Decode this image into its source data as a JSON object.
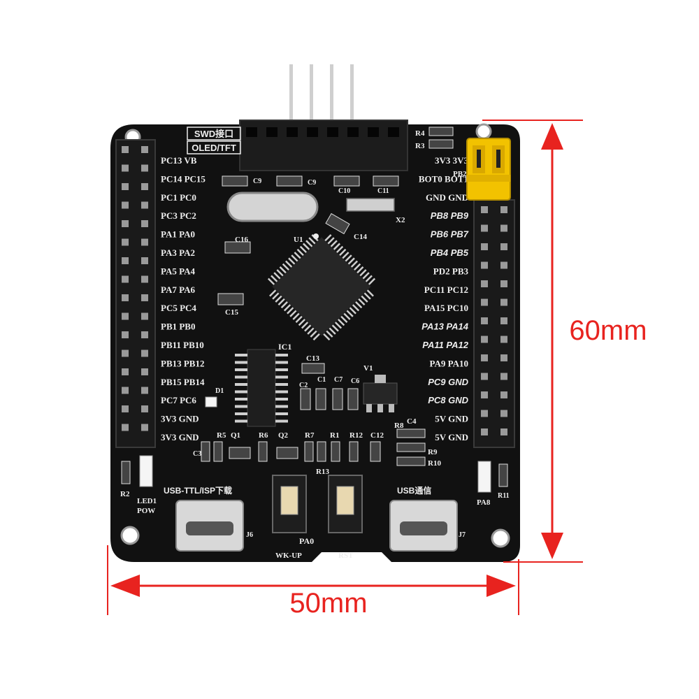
{
  "colors": {
    "pcb": "#111111",
    "silkscreen": "#eeeeee",
    "dimension": "#e8231f",
    "jumper": "#f2c200",
    "pin": "#cfcfcf"
  },
  "dimensions": {
    "height_label": "60mm",
    "width_label": "50mm"
  },
  "board": {
    "header_labels": {
      "swd": "SWD接口",
      "oled": "OLED/TFT"
    },
    "left_pins": [
      [
        "PC13",
        "VB"
      ],
      [
        "PC14",
        "PC15"
      ],
      [
        "PC1",
        "PC0"
      ],
      [
        "PC3",
        "PC2"
      ],
      [
        "PA1",
        "PA0"
      ],
      [
        "PA3",
        "PA2"
      ],
      [
        "PA5",
        "PA4"
      ],
      [
        "PA7",
        "PA6"
      ],
      [
        "PC5",
        "PC4"
      ],
      [
        "PB1",
        "PB0"
      ],
      [
        "PB11",
        "PB10"
      ],
      [
        "PB13",
        "PB12"
      ],
      [
        "PB15",
        "PB14"
      ],
      [
        "PC7",
        "PC6"
      ],
      [
        "3V3",
        "GND"
      ],
      [
        "3V3",
        "GND"
      ]
    ],
    "right_pins": [
      [
        "3V3",
        "3V3"
      ],
      [
        "BOT0",
        "BOT1"
      ],
      [
        "GND",
        "GND"
      ],
      [
        "PB8",
        "PB9"
      ],
      [
        "PB6",
        "PB7"
      ],
      [
        "PB4",
        "PB5"
      ],
      [
        "PD2",
        "PB3"
      ],
      [
        "PC11",
        "PC12"
      ],
      [
        "PA15",
        "PC10"
      ],
      [
        "PA13",
        "PA14"
      ],
      [
        "PA11",
        "PA12"
      ],
      [
        "PA9",
        "PA10"
      ],
      [
        "PC9",
        "GND"
      ],
      [
        "PC8",
        "GND"
      ],
      [
        "5V",
        "GND"
      ],
      [
        "5V",
        "GND"
      ]
    ],
    "components": {
      "r4": "R4",
      "r3": "R3",
      "pb2": "PB2",
      "c9a": "C9",
      "c9b": "C9",
      "c10": "C10",
      "c11": "C11",
      "x2": "X2",
      "c14": "C14",
      "u1": "U1",
      "c16": "C16",
      "c15": "C15",
      "ic1": "IC1",
      "c13": "C13",
      "c2": "C2",
      "c1": "C1",
      "c7": "C7",
      "c6": "C6",
      "v1": "V1",
      "r8": "R8",
      "c4": "C4",
      "d1": "D1",
      "r5": "R5",
      "q1": "Q1",
      "r6": "R6",
      "q2": "Q2",
      "r7": "R7",
      "r1": "R1",
      "r12": "R12",
      "c12": "C12",
      "c3": "C3",
      "r13": "R13",
      "r9": "R9",
      "r10": "R10",
      "r2": "R2",
      "led1": "LED1",
      "pow": "POW",
      "usb_ttl": "USB-TTL/ISP下载",
      "usb_comm": "USB通信",
      "j6": "J6",
      "j7": "J7",
      "pa0": "PA0",
      "wkup": "WK-UP",
      "rst": "RST",
      "pa8": "PA8",
      "r11": "R11"
    }
  }
}
